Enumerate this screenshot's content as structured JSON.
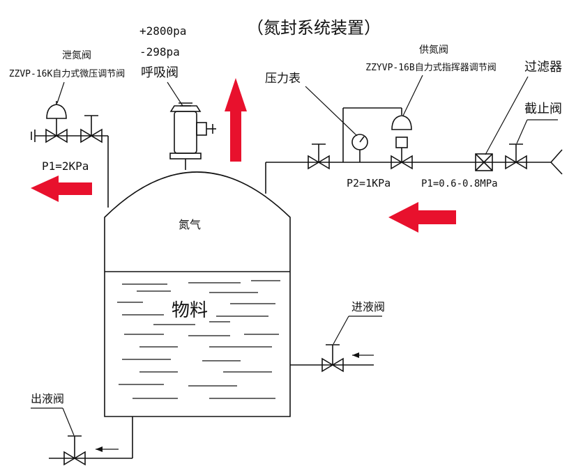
{
  "title": "（氮封系统装置）",
  "colors": {
    "arrow": "#e8112d",
    "line": "#111111"
  },
  "labels": {
    "vent_valve_name": "泄氮阀",
    "vent_valve_model": "ZZVP-16K自力式微压调节阀",
    "breather_pos": "+2800pa",
    "breather_neg": "-298pa",
    "breather_name": "呼吸阀",
    "pressure_gauge": "压力表",
    "supply_valve_name": "供氮阀",
    "supply_valve_model": "ZZYVP-16B自力式指挥器调节阀",
    "filter": "过滤器",
    "stop_valve": "截止阀",
    "vent_pressure": "P1=2KPa",
    "p2": "P2=1KPa",
    "p1_supply": "P1=0.6-0.8MPa",
    "nitrogen": "氮气",
    "material": "物料",
    "inlet_valve": "进液阀",
    "outlet_valve": "出液阀"
  }
}
